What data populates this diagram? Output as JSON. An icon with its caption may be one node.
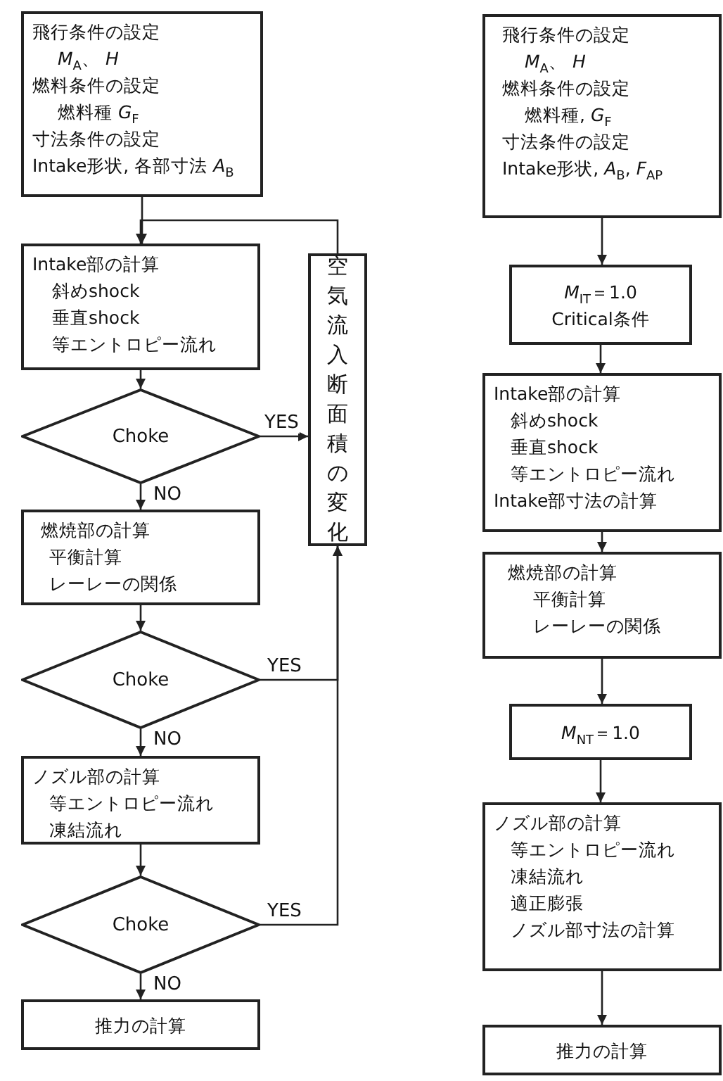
{
  "diagram": {
    "nodes": [
      {
        "text": [
          "飛行条件の設定",
          "*M*$_{A}$、 *H*",
          "燃料条件の設定",
          "燃料種 *G*$_{F}$",
          "寸法条件の設定",
          "Intake形状, 各部寸法 *A*$_{B}$"
        ]
      },
      {
        "text": [
          "Intake部の計算",
          "斜めshock",
          "垂直shock",
          "等エントロピー流れ"
        ]
      },
      {
        "text": [
          "Choke"
        ]
      },
      {
        "text": [
          "燃焼部の計算",
          "平衡計算",
          "レーレーの関係"
        ]
      },
      {
        "text": [
          "Choke"
        ]
      },
      {
        "text": [
          "ノズル部の計算",
          "等エントロピー流れ",
          "凍結流れ"
        ]
      },
      {
        "text": [
          "Choke"
        ]
      },
      {
        "text": [
          "推力の計算"
        ]
      },
      {
        "text": [
          "空気流入断面積の変化"
        ]
      },
      {
        "text": [
          "飛行条件の設定",
          "*M*$_{A}$、 *H*",
          "燃料条件の設定",
          "燃料種, *G*$_{F}$",
          "寸法条件の設定",
          "Intake形状, *A*$_{B}$, *F*$_{AP}$"
        ]
      },
      {
        "text": [
          "*M*$_{IT}$＝1.0",
          "Critical条件"
        ]
      },
      {
        "text": [
          "Intake部の計算",
          "斜めshock",
          "垂直shock",
          "等エントロピー流れ",
          "Intake部寸法の計算"
        ]
      },
      {
        "text": [
          "燃焼部の計算",
          "平衡計算",
          "レーレーの関係"
        ]
      },
      {
        "text": [
          "*M*$_{NT}$＝1.0"
        ]
      },
      {
        "text": [
          "ノズル部の計算",
          "等エントロピー流れ",
          "凍結流れ",
          "適正膨張",
          "ノズル部寸法の計算"
        ]
      },
      {
        "text": [
          "推力の計算"
        ]
      }
    ],
    "edges": [
      {
        "from": 0,
        "to": 1,
        "arrow": "to"
      },
      {
        "from": 1,
        "to": 2,
        "arrow": "to"
      },
      {
        "from": 2,
        "to": 8,
        "arrow": "to",
        "label": "YES"
      },
      {
        "from": 2,
        "to": 3,
        "arrow": "to",
        "label": "NO"
      },
      {
        "from": 3,
        "to": 4,
        "arrow": "to"
      },
      {
        "from": 4,
        "to": 8,
        "arrow": "to",
        "label": "YES"
      },
      {
        "from": 4,
        "to": 5,
        "arrow": "to",
        "label": "NO"
      },
      {
        "from": 5,
        "to": 6,
        "arrow": "to"
      },
      {
        "from": 6,
        "to": 8,
        "arrow": "to",
        "label": "YES"
      },
      {
        "from": 6,
        "to": 7,
        "arrow": "to",
        "label": "NO"
      },
      {
        "from": 8,
        "to": 1,
        "arrow": "to"
      },
      {
        "from": 9,
        "to": 10,
        "arrow": "to"
      },
      {
        "from": 10,
        "to": 11,
        "arrow": "to"
      },
      {
        "from": 11,
        "to": 12,
        "arrow": "to"
      },
      {
        "from": 12,
        "to": 13,
        "arrow": "to"
      },
      {
        "from": 13,
        "to": 14,
        "arrow": "to"
      },
      {
        "from": 14,
        "to": 15,
        "arrow": "to"
      }
    ]
  }
}
